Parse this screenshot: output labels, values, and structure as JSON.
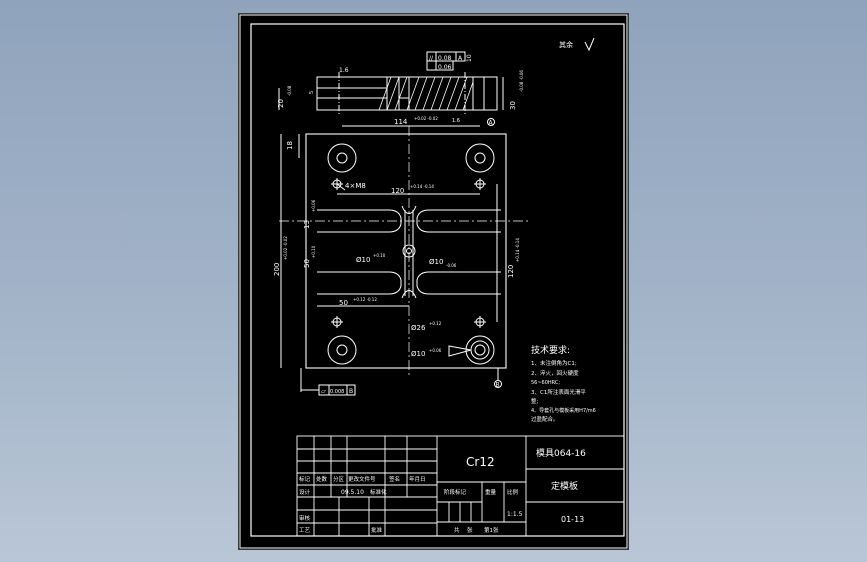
{
  "colors": {
    "background": "#9aaec4",
    "sheet": "#000000",
    "lines": "#ffffff"
  },
  "surface_finish": "其余",
  "top_view": {
    "roughness": "1.6",
    "tolerance_frame": [
      "//",
      "0.08",
      "A",
      "0.06"
    ],
    "label_10": "10",
    "dim_thickness": "30",
    "dim_thickness_tol": "-0.08 -0.06",
    "dim_step": "20",
    "dim_step_tol": "-0.08",
    "dim_small": "5"
  },
  "plan_view": {
    "dim_114": "114",
    "dim_114_tol": "+0.02 -0.02",
    "roughness_14": "1.6",
    "dim_18": "18",
    "dim_4xM8": "4×M8",
    "dim_120_top": "120",
    "dim_120_top_tol": "+0.14 -0.14",
    "dim_200": "200",
    "dim_200_tol": "+0.02 -0.02",
    "dim_13": "13",
    "dim_13_tol": "+0.06",
    "dim_50_left": "50",
    "dim_50_left_tol": "+0.10",
    "dim_phi10_left": "Ø10",
    "dim_phi10_left_tol": "+0.10",
    "dim_phi10_right": "Ø10",
    "dim_phi10_right_tol": "-0.06",
    "dim_120_right": "120",
    "dim_120_right_tol": "+0.14 -0.14",
    "dim_50_bottom": "50",
    "dim_50_bottom_tol": "+0.12 -0.12",
    "dim_phi26": "Ø26",
    "dim_phi26_tol": "+0.12",
    "dim_phi10_bottom": "Ø10",
    "dim_phi10_bottom_tol": "+0.06",
    "datum_a": "A",
    "datum_b": "B",
    "flatness_frame": [
      "▱",
      "0.008",
      "B"
    ]
  },
  "tech_requirements": {
    "title": "技术要求:",
    "lines": [
      "1、未注倒角为C1;",
      "2、淬火，回火硬度",
      "56~60HRC;",
      "3、C1所注表面光滑平",
      "整;",
      "4、导套孔与模板采用H7/m6",
      "过盈配合。"
    ]
  },
  "title_block": {
    "material": "Cr12",
    "drawing_no": "模具064-16",
    "part_name": "定模板",
    "code": "01-13",
    "row_labels": [
      "标记",
      "处数",
      "分区",
      "更改文件号",
      "签名",
      "年月日"
    ],
    "design_label": "设计",
    "design_date": "09.5.10",
    "standardization": "标准化",
    "stage_mark": "阶段标记",
    "weight": "重量",
    "scale": "比例",
    "scale_value": "1:1.5",
    "review": "审核",
    "process": "工艺",
    "approve": "批准",
    "total": "共",
    "sheets": "张",
    "sheet_no": "第1张"
  }
}
